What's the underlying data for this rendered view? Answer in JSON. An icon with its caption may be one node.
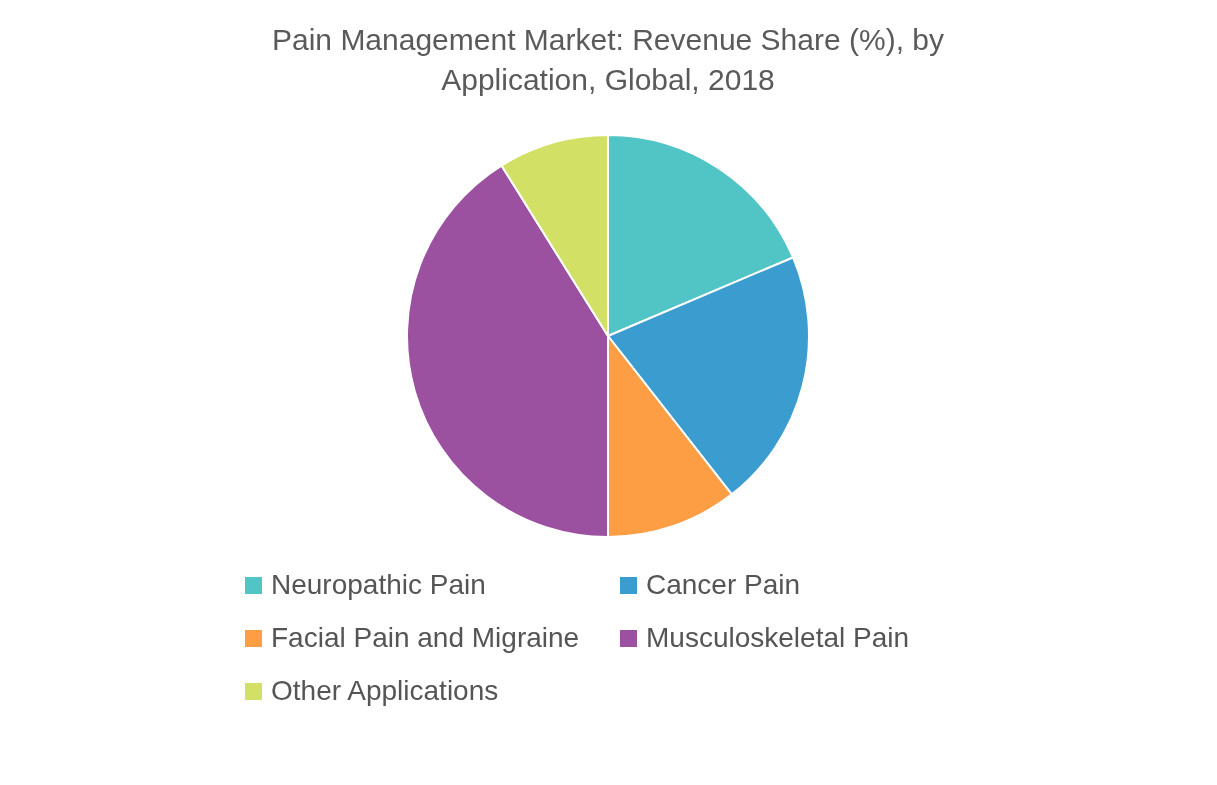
{
  "diagram": {
    "title": "Pain Management Market: Revenue Share (%), by Application, Global, 2018",
    "legend": [
      {
        "text": "Neuropathic Pain",
        "color": "#51c4c6"
      },
      {
        "text": "Cancer Pain",
        "color": "#3b9ccf"
      },
      {
        "text": "Facial Pain and Migraine",
        "color": "#fd9d44"
      },
      {
        "text": "Musculoskeletal Pain",
        "color": "#9b519f"
      },
      {
        "text": "Other Applications",
        "color": "#d2e066"
      }
    ]
  }
}
